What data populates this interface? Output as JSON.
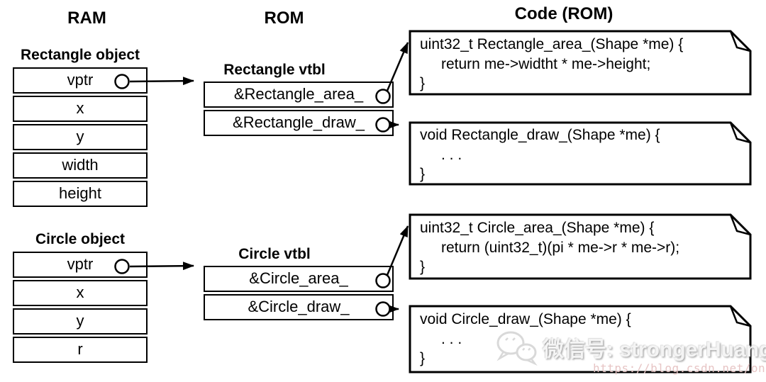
{
  "headers": {
    "ram": "RAM",
    "rom": "ROM",
    "code": "Code (ROM)"
  },
  "ram": {
    "rectangle": {
      "title": "Rectangle object",
      "rows": [
        "vptr",
        "x",
        "y",
        "width",
        "height"
      ]
    },
    "circle": {
      "title": "Circle object",
      "rows": [
        "vptr",
        "x",
        "y",
        "r"
      ]
    }
  },
  "rom": {
    "rectangle": {
      "title": "Rectangle vtbl",
      "rows": [
        "&Rectangle_area_",
        "&Rectangle_draw_"
      ]
    },
    "circle": {
      "title": "Circle vtbl",
      "rows": [
        "&Circle_area_",
        "&Circle_draw_"
      ]
    }
  },
  "code_boxes": [
    {
      "name": "rectangle-area-code",
      "lines": [
        "uint32_t Rectangle_area_(Shape *me) {",
        "return me->widtht * me->height;",
        "}"
      ]
    },
    {
      "name": "rectangle-draw-code",
      "lines": [
        "void Rectangle_draw_(Shape *me) {",
        ". . .",
        "}"
      ]
    },
    {
      "name": "circle-area-code",
      "lines": [
        "uint32_t Circle_area_(Shape *me) {",
        "return (uint32_t)(pi * me->r * me->r);",
        "}"
      ]
    },
    {
      "name": "circle-draw-code",
      "lines": [
        "void Circle_draw_(Shape *me) {",
        ". . .",
        "}"
      ]
    }
  ],
  "watermark": {
    "icon": "wechat-icon",
    "wechat_label": "微信号: strongerHuang",
    "url": "https://blog.csdn.net/onlyshi"
  },
  "colors": {
    "line": "#000000",
    "background": "#ffffff",
    "watermark_text": "#f4f4f4",
    "watermark_url": "#e7c5c5"
  }
}
